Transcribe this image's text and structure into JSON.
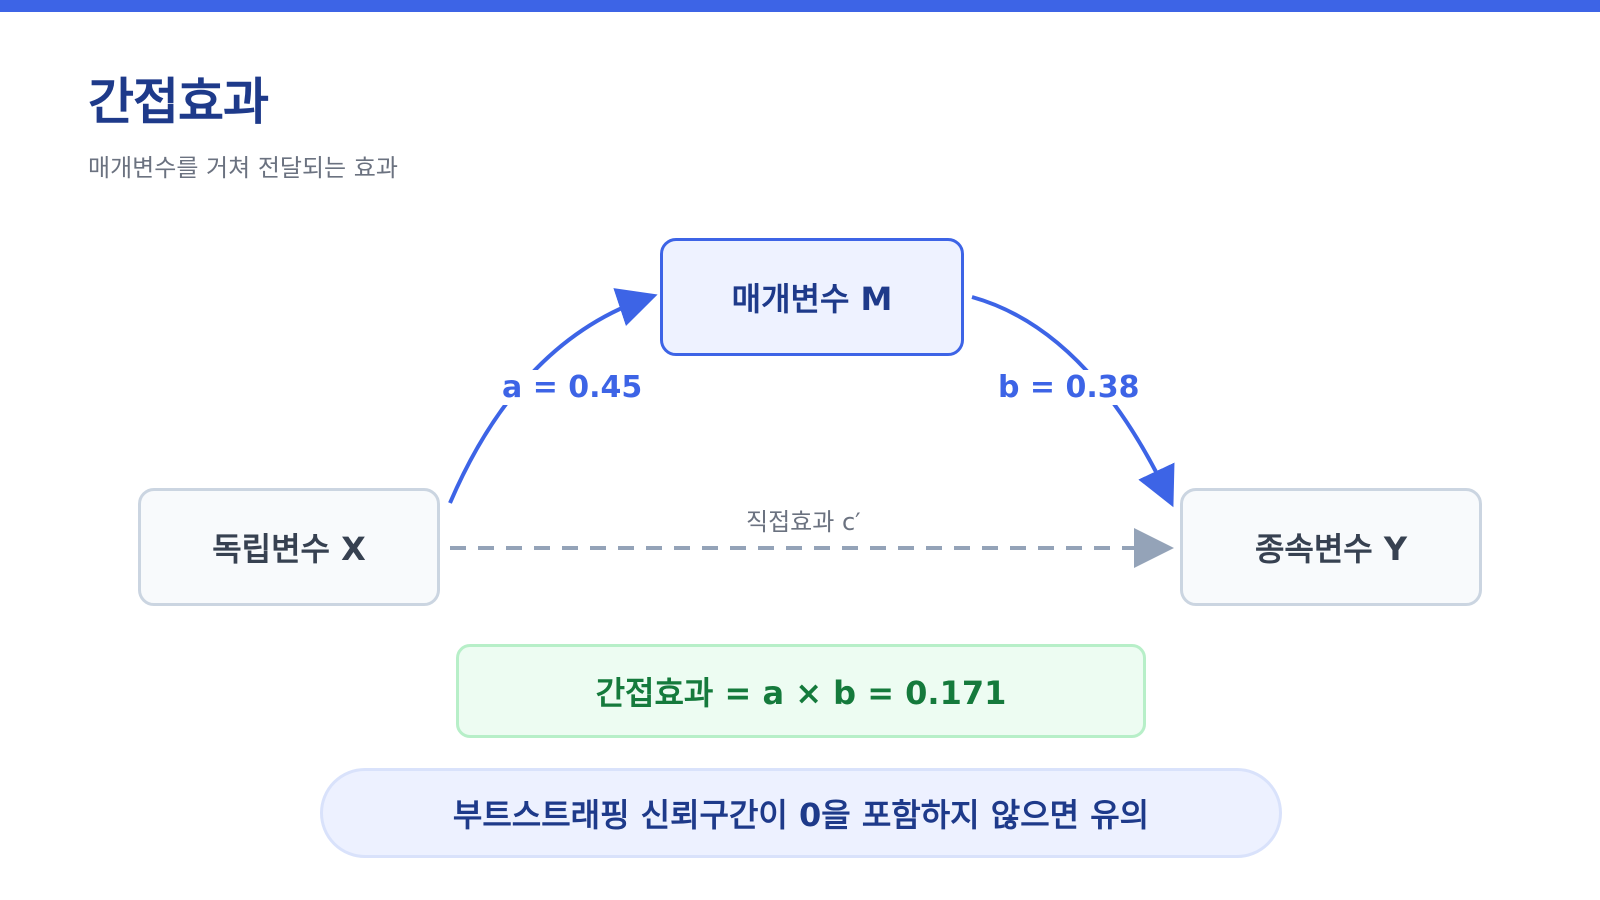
{
  "header": {
    "title": "간접효과",
    "subtitle": "매개변수를 거쳐 전달되는 효과"
  },
  "diagram": {
    "nodes": {
      "x": "독립변수 X",
      "m": "매개변수 M",
      "y": "종속변수 Y"
    },
    "paths": {
      "a_label": "a = 0.45",
      "b_label": "b = 0.38",
      "direct_label": "직접효과 c′"
    }
  },
  "formula": "간접효과 = a × b = 0.171",
  "note": "부트스트래핑 신뢰구간이 0을 포함하지 않으면 유의",
  "colors": {
    "accent": "#3d64e6",
    "title": "#1e3a8a",
    "dashed": "#94a3b8",
    "formula_text": "#157a3c"
  }
}
